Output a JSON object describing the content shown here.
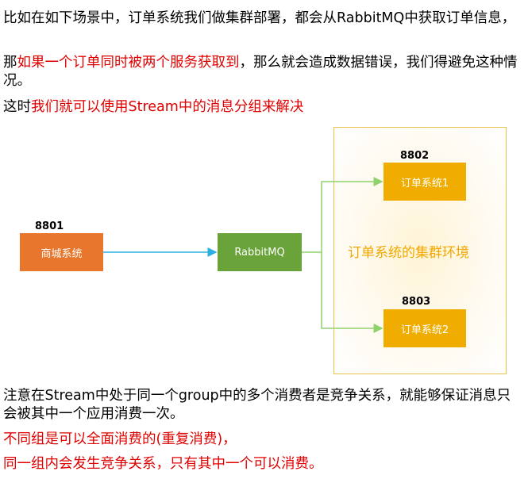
{
  "paragraphs": {
    "p1": "比如在如下场景中，订单系统我们做集群部署，都会从RabbitMQ中获取订单信息，",
    "p2_prefix": "那",
    "p2_red": "如果一个订单同时被两个服务获取到",
    "p2_suffix": "，那么就会造成数据错误，我们得避免这种情况。",
    "p3_prefix": "这时",
    "p3_red": "我们就可以使用Stream中的消息分组来解决",
    "p4": "注意在Stream中处于同一个group中的多个消费者是竞争关系，就能够保证消息只会被其中一个应用消费一次。",
    "p5": "不同组是可以全面消费的(重复消费)，",
    "p6": "同一组内会发生竞争关系，只有其中一个可以消费。"
  },
  "diagram": {
    "producer": {
      "port": "8801",
      "label": "商城系统",
      "color": "#e8762c"
    },
    "broker": {
      "label": "RabbitMQ",
      "color": "#6aa33a"
    },
    "cluster_label": "订单系统的集群环境",
    "consumers": [
      {
        "port": "8802",
        "label": "订单系统1",
        "color": "#f0ad00"
      },
      {
        "port": "8803",
        "label": "订单系统2",
        "color": "#f0ad00"
      }
    ],
    "colors": {
      "producer_arrow": "#2ab0e0",
      "consumer_arrow": "#8fd16a",
      "cluster_border": "#e8c24a",
      "cluster_text": "#f0a800",
      "emphasis": "#e00000"
    }
  }
}
